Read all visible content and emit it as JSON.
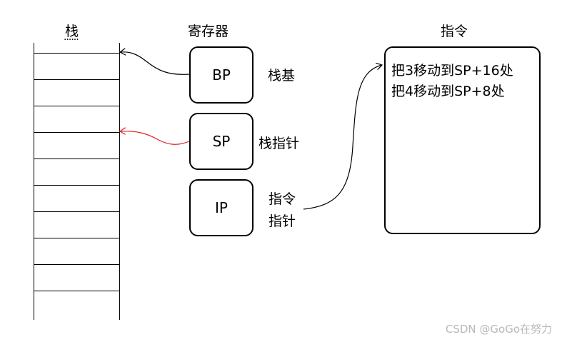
{
  "stack": {
    "title": "栈",
    "dots": "······",
    "rows": 10
  },
  "registers": {
    "title": "寄存器",
    "items": [
      {
        "name": "BP",
        "desc": "栈基"
      },
      {
        "name": "SP",
        "desc": "栈指针"
      },
      {
        "name": "IP",
        "desc_line1": "指令",
        "desc_line2": "指针"
      }
    ]
  },
  "instructions": {
    "title": "指令",
    "lines": [
      "把3移动到SP+16处",
      "把4移动到SP+8处"
    ]
  },
  "colors": {
    "sp_arrow": "#e02020",
    "line": "#000000"
  },
  "watermark": "CSDN @GoGo在努力"
}
